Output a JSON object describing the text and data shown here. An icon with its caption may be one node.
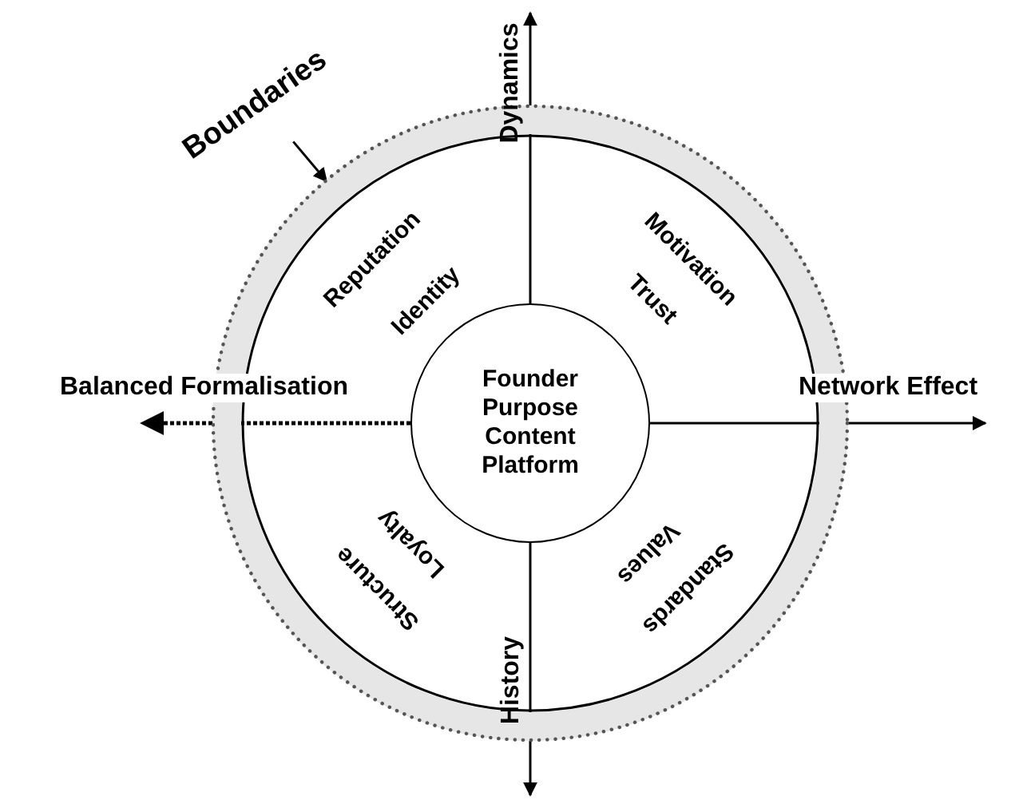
{
  "diagram": {
    "nodes": [
      {
        "text": [],
        "shape": "circle"
      },
      {
        "text": [
          "Founder Purpose Content Platform"
        ],
        "in": 0
      },
      {
        "text": [
          "Boundaries"
        ]
      }
    ],
    "edges": [
      {
        "from": 2,
        "to": 0,
        "arrow": "to"
      },
      {
        "from": 1,
        "to": null,
        "arrow": "to",
        "label": "Dynamics"
      },
      {
        "from": 1,
        "to": null,
        "arrow": "to",
        "label": "Network Effect"
      },
      {
        "from": 1,
        "to": null,
        "arrow": "to",
        "label": "History"
      },
      {
        "from": 1,
        "to": null,
        "arrow": "to",
        "label": "Balanced Formalisation",
        "style": "dashed"
      }
    ],
    "labels": [
      "Reputation",
      "Identity",
      "Motivation",
      "Trust",
      "Loyalty",
      "Structure",
      "Values",
      "Standards"
    ]
  }
}
